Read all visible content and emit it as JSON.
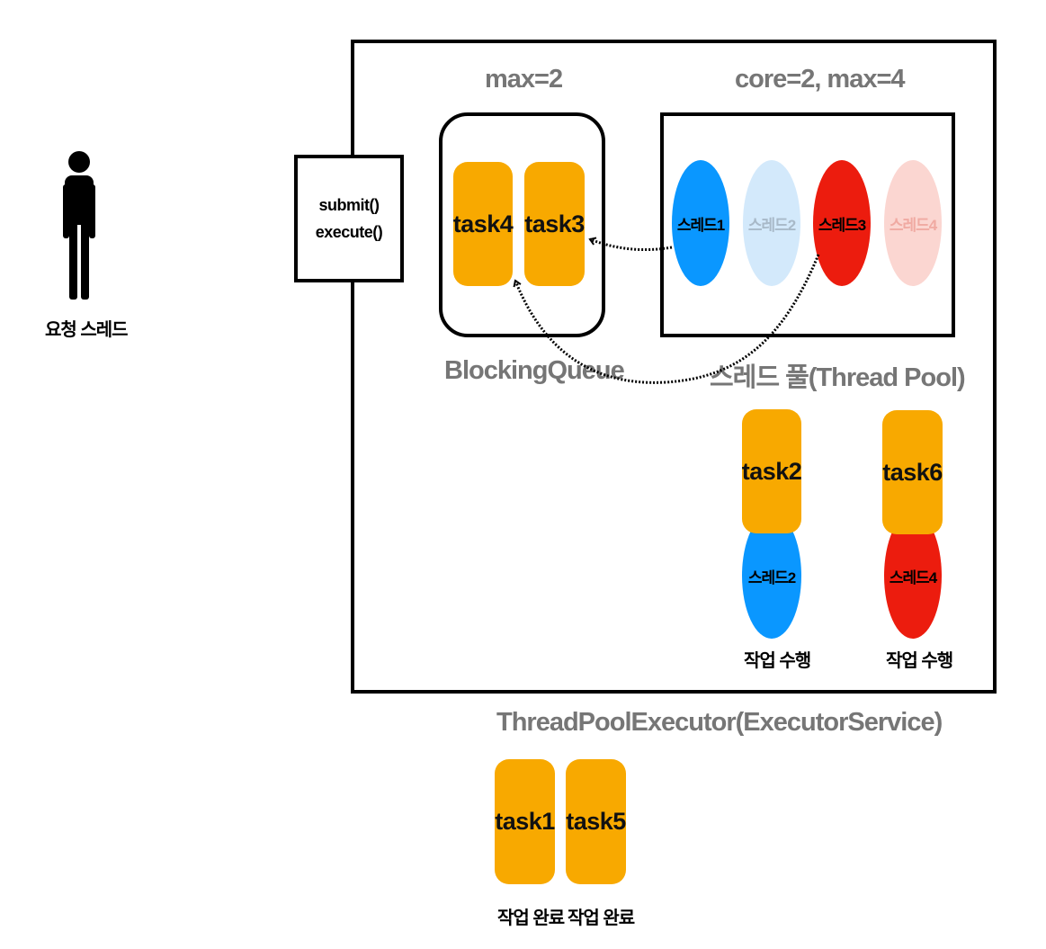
{
  "requester": {
    "label": "요청 스레드",
    "icon": "person-icon"
  },
  "executor": {
    "title": "ThreadPoolExecutor(ExecutorService)",
    "methods": [
      "submit()",
      "execute()"
    ]
  },
  "queue": {
    "title": "BlockingQueue",
    "capacity_label": "max=2",
    "tasks": [
      "task4",
      "task3"
    ]
  },
  "pool": {
    "title": "스레드 풀(Thread Pool)",
    "size_label": "core=2, max=4",
    "threads": [
      {
        "label": "스레드1",
        "fill": "#0a97ff",
        "text_color": "#000000"
      },
      {
        "label": "스레드2",
        "fill": "#d3e9fb",
        "text_color": "#a8b9c8"
      },
      {
        "label": "스레드3",
        "fill": "#ec1c0e",
        "text_color": "#000000"
      },
      {
        "label": "스레드4",
        "fill": "#fbd6d1",
        "text_color": "#f0aaa2"
      }
    ]
  },
  "running": [
    {
      "task": "task2",
      "thread": "스레드2",
      "thread_color": "#0a97ff",
      "status": "작업 수행"
    },
    {
      "task": "task6",
      "thread": "스레드4",
      "thread_color": "#ec1c0e",
      "status": "작업 수행"
    }
  ],
  "completed": [
    {
      "task": "task1",
      "status": "작업 완료"
    },
    {
      "task": "task5",
      "status": "작업 완료"
    }
  ],
  "colors": {
    "task": "#f8a900",
    "label_gray": "#767676"
  }
}
